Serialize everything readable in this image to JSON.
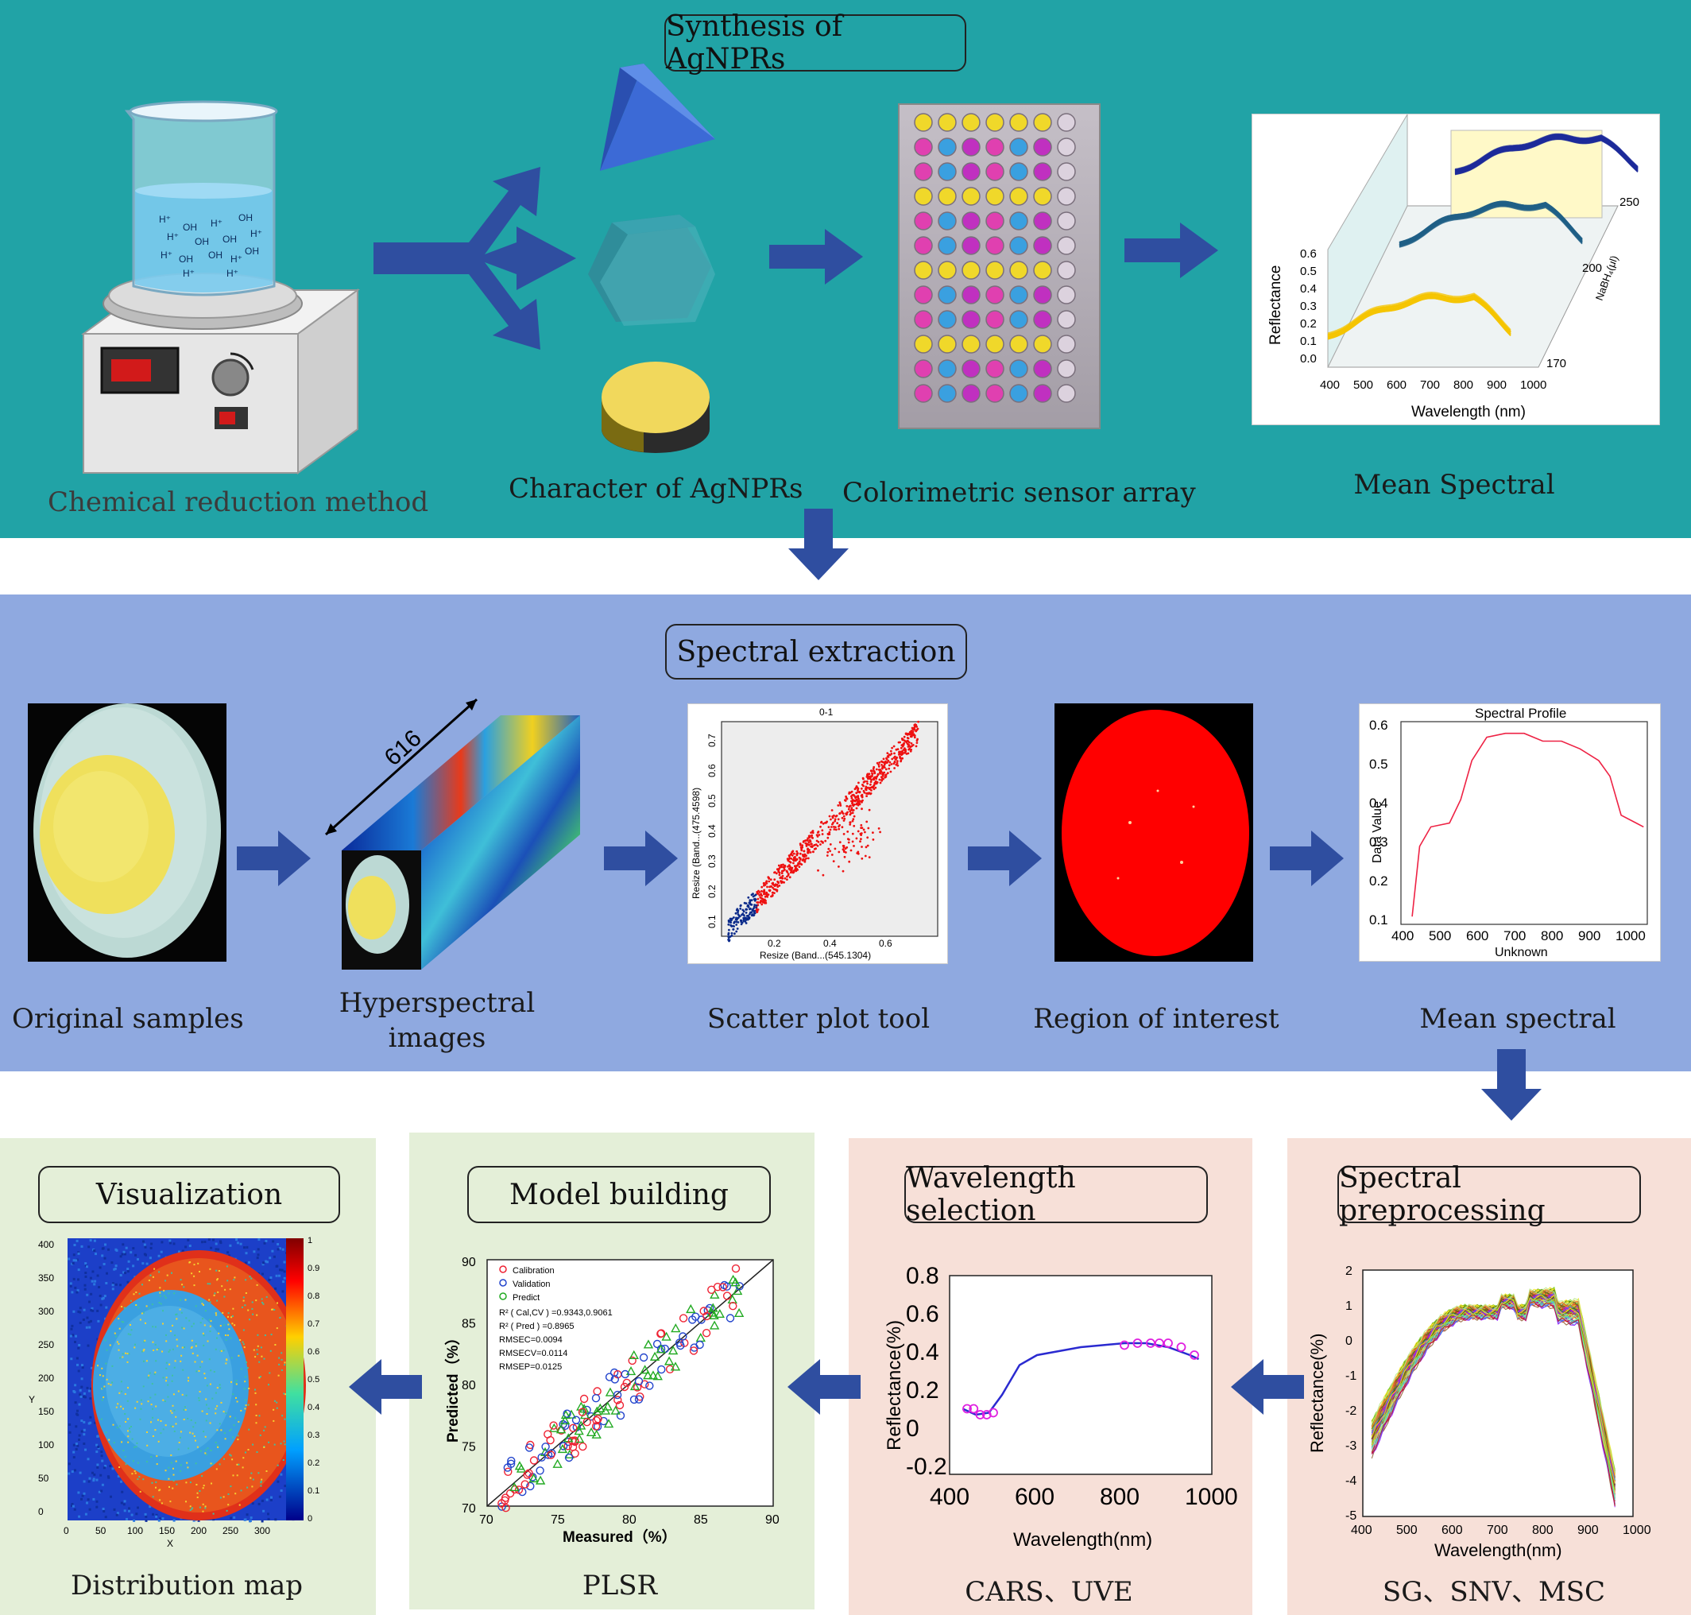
{
  "colors": {
    "teal": "#21a3a6",
    "blue": "#8fa9e0",
    "green": "#e4efd8",
    "pink": "#f7e0d8",
    "arrow": "#2f4ea0"
  },
  "top": {
    "title": "Synthesis of AgNPRs",
    "captions": [
      "Chemical reduction method",
      "Character of  AgNPRs",
      "Colorimetric sensor array",
      "Mean Spectral"
    ],
    "beaker_labels": [
      "H⁺",
      "OH",
      "H⁺",
      "OH",
      "H⁺",
      "OH",
      "OH",
      "H⁺",
      "H⁺",
      "OH",
      "OH",
      "H⁺",
      "OH",
      "H⁺",
      "H⁺"
    ],
    "spectral3d": {
      "ylabel": "Reflectance",
      "xlabel": "Wavelength (nm)",
      "zlabel": "NaBH₄(μl)",
      "yticks": [
        "0.6",
        "0.5",
        "0.4",
        "0.3",
        "0.2",
        "0.1",
        "0.0"
      ],
      "xticks": [
        "400",
        "500",
        "600",
        "700",
        "800",
        "900",
        "1000"
      ],
      "zticks": [
        "250",
        "200",
        "170"
      ]
    }
  },
  "mid": {
    "title": "Spectral extraction",
    "captions": [
      "Original samples",
      "Hyperspectral images",
      "Scatter plot tool",
      "Region of interest",
      "Mean spectral"
    ],
    "cube_label": "616",
    "scatter": {
      "title": "0-1",
      "xlabel": "Resize (Band...(545.1304)",
      "ylabel": "Resize (Band...(475.4598)",
      "xticks": [
        "0.2",
        "0.4",
        "0.6"
      ],
      "yticks": [
        "0.1",
        "0.2",
        "0.3",
        "0.4",
        "0.5",
        "0.6",
        "0.7"
      ]
    },
    "profile": {
      "title": "Spectral Profile",
      "xlabel": "Unknown",
      "ylabel": "Data Value",
      "xticks": [
        "400",
        "500",
        "600",
        "700",
        "800",
        "900",
        "1000"
      ],
      "yticks": [
        "0.6",
        "0.5",
        "0.4",
        "0.3",
        "0.2",
        "0.1"
      ]
    }
  },
  "bottom": {
    "viz": {
      "title": "Visualization",
      "caption": "Distribution map",
      "yticks": [
        "400",
        "350",
        "300",
        "250",
        "200",
        "150",
        "100",
        "50",
        "0"
      ],
      "xticks": [
        "0",
        "50",
        "100",
        "150",
        "200",
        "250",
        "300"
      ],
      "xlabel": "X",
      "ylabel": "Y",
      "cticks": [
        "1",
        "0.9",
        "0.8",
        "0.7",
        "0.6",
        "0.5",
        "0.4",
        "0.3",
        "0.2",
        "0.1",
        "0"
      ]
    },
    "model": {
      "title": "Model building",
      "caption": "PLSR",
      "xlabel": "Measured（%）",
      "ylabel": "Predicted（%）",
      "xticks": [
        "70",
        "75",
        "80",
        "85",
        "90"
      ],
      "yticks": [
        "90",
        "85",
        "80",
        "75",
        "70"
      ],
      "legend": [
        "Calibration",
        "Validation",
        "Predict"
      ],
      "stats": [
        "R² ( Cal,CV ) =0.9343,0.9061",
        "R² ( Pred ) =0.8965",
        "RMSEC=0.0094",
        "RMSECV=0.0114",
        "RMSEP=0.0125"
      ]
    },
    "wave": {
      "title": "Wavelength selection",
      "caption": "CARS、UVE",
      "xlabel": "Wavelength(nm)",
      "ylabel": "Reflectance(%)",
      "xticks": [
        "400",
        "600",
        "800",
        "1000"
      ],
      "yticks": [
        "0.8",
        "0.6",
        "0.4",
        "0.2",
        "0",
        "-0.2"
      ]
    },
    "prep": {
      "title": "Spectral preprocessing",
      "caption": "SG、SNV、MSC",
      "xlabel": "Wavelength(nm)",
      "ylabel": "Reflectance(%)",
      "xticks": [
        "400",
        "500",
        "600",
        "700",
        "800",
        "900",
        "1000"
      ],
      "yticks": [
        "2",
        "1",
        "0",
        "-1",
        "-2",
        "-3",
        "-4",
        "-5"
      ]
    }
  }
}
